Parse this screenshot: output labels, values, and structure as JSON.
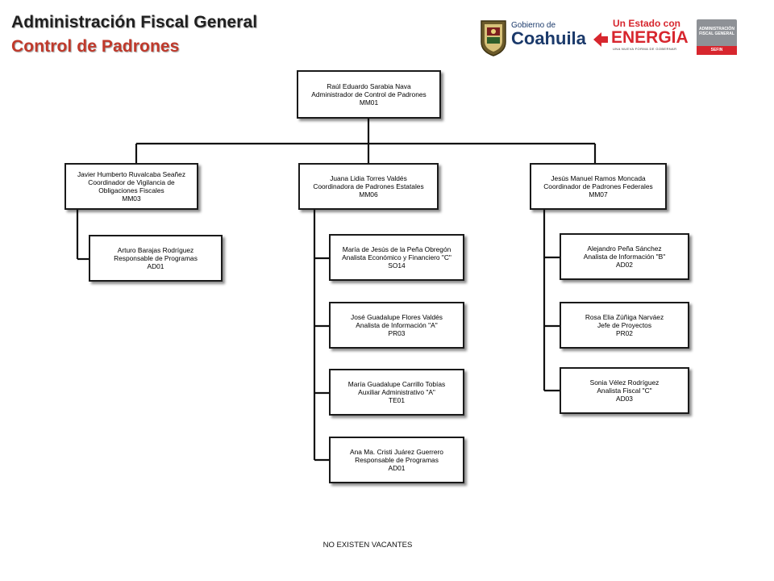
{
  "header": {
    "title": "Administración Fiscal General",
    "subtitle": "Control de Padrones"
  },
  "logos": {
    "coahuila_small": "Gobierno de",
    "coahuila_big": "Coahuila",
    "energia_top": "Un Estado con",
    "energia_big": "ENERGÍA",
    "energia_tag": "UNA NUEVA FORMA DE GOBERNAR",
    "afg_line1": "ADMINISTRACIÓN",
    "afg_line2": "FISCAL GENERAL",
    "afg_line3": "SEFIN"
  },
  "colors": {
    "title_dark": "#1f1f1f",
    "title_red": "#c0392b",
    "coahuila_blue": "#1b3a6b",
    "energia_red": "#d7262e",
    "afg_gray": "#8e9196",
    "sefin_red": "#d7262e"
  },
  "org": {
    "root": {
      "name": "Raúl Eduardo Sarabia Nava",
      "role": "Administrador  de Control de Padrones",
      "code": "MM01"
    },
    "c1": {
      "name": "Javier Humberto Ruvalcaba Seañez",
      "role": "Coordinador  de Vigilancia de",
      "role2": "Obligaciones  Fiscales",
      "code": "MM03"
    },
    "c1_sub": [
      {
        "name": "Arturo  Barajas Rodríguez",
        "role": "Responsable de Programas",
        "code": "AD01"
      }
    ],
    "c2": {
      "name": "Juana Lidia Torres Valdés",
      "role": "Coordinadora  de Padrones Estatales",
      "code": "MM06"
    },
    "c2_sub": [
      {
        "name": "María de Jesús de la Peña Obregón",
        "role": "Analista  Económico  y Financiero  \"C\"",
        "code": "SO14"
      },
      {
        "name": "José Guadalupe Flores Valdés",
        "role": "Analista  de Información  \"A\"",
        "code": "PR03"
      },
      {
        "name": "María Guadalupe Carrillo Tobías",
        "role": "Auxiliar  Administrativo  \"A\"",
        "code": "TE01"
      },
      {
        "name": "Ana Ma. Cristi  Juárez Guerrero",
        "role": "Responsable de Programas",
        "code": "AD01"
      }
    ],
    "c3": {
      "name": "Jesús Manuel Ramos Moncada",
      "role": "Coordinador  de Padrones Federales",
      "code": "MM07"
    },
    "c3_sub": [
      {
        "name": "Alejandro  Peña Sánchez",
        "role": "Analista de Información \"B\"",
        "code": "AD02"
      },
      {
        "name": "Rosa Elia Zúñiga  Narváez",
        "role": "Jefe de Proyectos",
        "code": "PR02"
      },
      {
        "name": "Sonia Vélez Rodríguez",
        "role": "Analista Fiscal \"C\"",
        "code": "AD03"
      }
    ]
  },
  "footer": "NO EXISTEN  VACANTES"
}
